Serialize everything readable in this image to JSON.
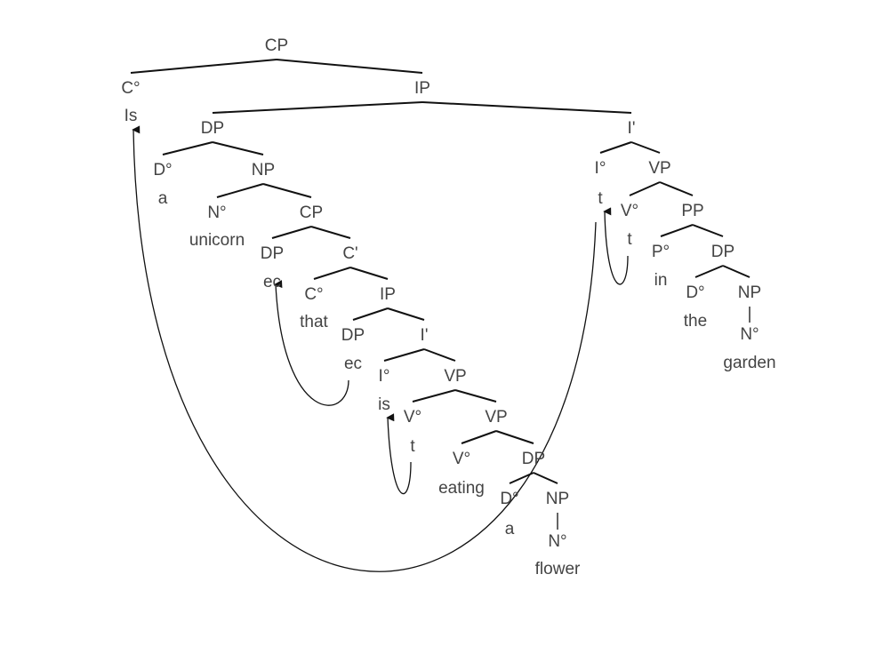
{
  "title": "Syntax tree: Is a unicorn that is eating a flower in the garden",
  "nodes": {
    "cp": "CP",
    "c0": "C°",
    "is_top": "Is",
    "ip": "IP",
    "dp": "DP",
    "d0": "D°",
    "a1": "a",
    "np": "NP",
    "n0": "N°",
    "unicorn": "unicorn",
    "cp2": "CP",
    "dp2": "DP",
    "ec1": "ec",
    "cbar": "C'",
    "c02": "C°",
    "that": "that",
    "ip2": "IP",
    "dp3": "DP",
    "ec2": "ec",
    "ibar2": "I'",
    "i02": "I°",
    "is_low": "is",
    "vp": "VP",
    "v0": "V°",
    "t_v": "t",
    "vp2": "VP",
    "v02": "V°",
    "eating": "eating",
    "dp4": "DP",
    "d02": "D°",
    "a2": "a",
    "np2": "NP",
    "n02": "N°",
    "flower": "flower",
    "ibar": "I'",
    "i0": "I°",
    "t_i": "t",
    "vp3": "VP",
    "v03": "V°",
    "t_v2": "t",
    "pp": "PP",
    "p0": "P°",
    "in": "in",
    "dp5": "DP",
    "d03": "D°",
    "the": "the",
    "np3": "NP",
    "n03": "N°",
    "garden": "garden"
  }
}
